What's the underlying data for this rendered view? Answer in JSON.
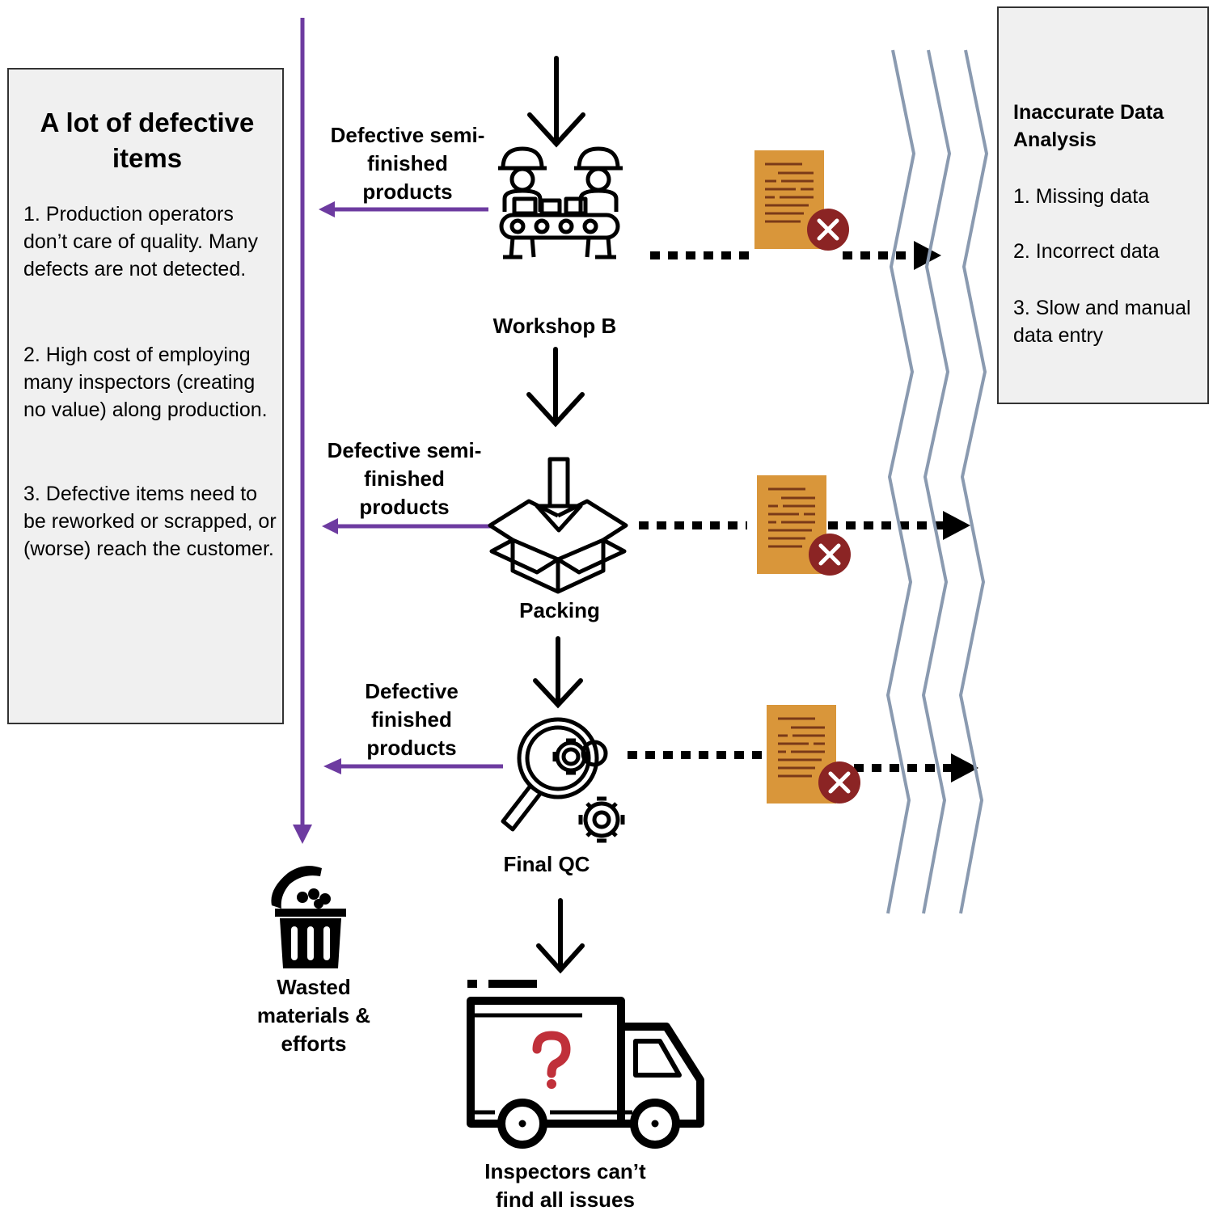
{
  "left_panel": {
    "title": "A lot of defective items",
    "items": [
      "1. Production operators don’t care of quality. Many defects are not detected.",
      "2. High cost of employing many inspectors (creating no value) along production.",
      "3. Defective items need to be reworked or scrapped, or (worse) reach the customer."
    ],
    "icons": [
      "worried-worker-icon",
      "flying-money-icon"
    ]
  },
  "right_panel": {
    "title": "Inaccurate Data Analysis",
    "items": [
      "1. Missing data",
      "2. Incorrect data",
      "3. Slow and manual data entry"
    ],
    "icon": "question-mark-icon"
  },
  "stages": [
    {
      "label": "Workshop B",
      "defect_label": "Defective semi-finished products",
      "icon": "workers-conveyor-icon"
    },
    {
      "label": "Packing",
      "defect_label": "Defective semi-finished products",
      "icon": "box-packing-icon"
    },
    {
      "label": "Final QC",
      "defect_label": "Defective finished products",
      "icon": "magnifier-gear-icon"
    }
  ],
  "outcomes": {
    "waste": "Wasted materials & efforts",
    "delivery": "Inspectors can’t find all issues"
  },
  "colors": {
    "purple": "#6d3ba0",
    "document": "#d9963a",
    "document_lines": "#7a3a18",
    "reject": "#8b2424",
    "question": "#c0303a",
    "wave": "#8a9ab0",
    "panel_bg": "#f0f0f0"
  }
}
